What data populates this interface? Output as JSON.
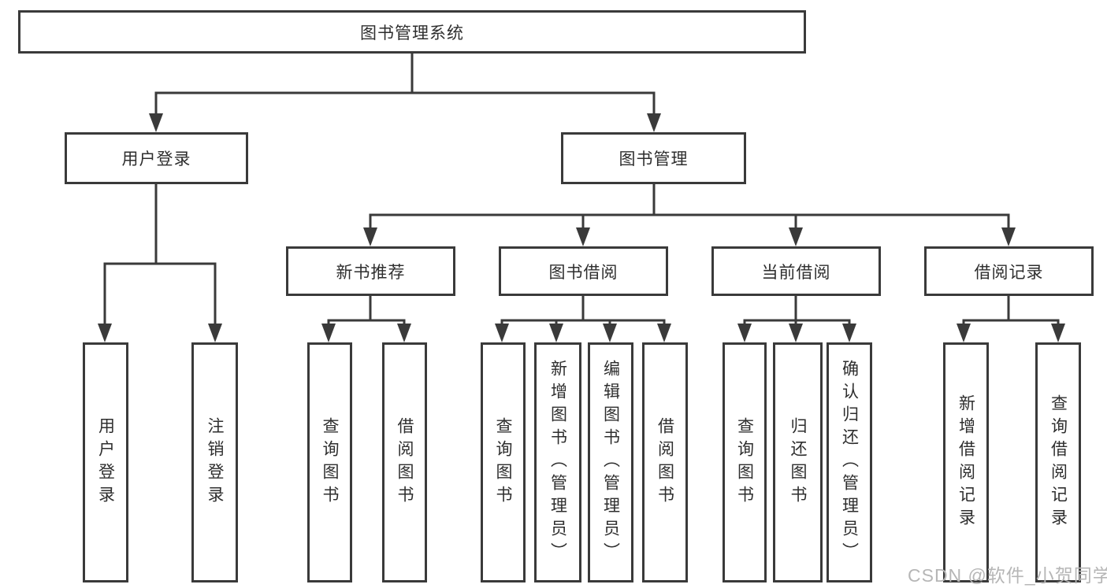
{
  "diagram": {
    "tree": {
      "label": "图书管理系统",
      "children": [
        {
          "label": "用户登录",
          "children": [
            {
              "label": "用户登录"
            },
            {
              "label": "注销登录"
            }
          ]
        },
        {
          "label": "图书管理",
          "children": [
            {
              "label": "新书推荐",
              "children": [
                {
                  "label": "查询图书"
                },
                {
                  "label": "借阅图书"
                }
              ]
            },
            {
              "label": "图书借阅",
              "children": [
                {
                  "label": "查询图书"
                },
                {
                  "label": "新增图书（管理员）"
                },
                {
                  "label": "编辑图书（管理员）"
                },
                {
                  "label": "借阅图书"
                }
              ]
            },
            {
              "label": "当前借阅",
              "children": [
                {
                  "label": "查询图书"
                },
                {
                  "label": "归还图书"
                },
                {
                  "label": "确认归还（管理员）"
                }
              ]
            },
            {
              "label": "借阅记录",
              "children": [
                {
                  "label": "新增借阅记录"
                },
                {
                  "label": "查询借阅记录"
                }
              ]
            }
          ]
        }
      ]
    },
    "colors": {
      "line": "#3a3a3a",
      "text": "#2e2e2e",
      "box_background": "#ffffff",
      "watermark": "#b6b6b6"
    }
  },
  "watermark": {
    "text": "CSDN @软件_小贺同学"
  }
}
